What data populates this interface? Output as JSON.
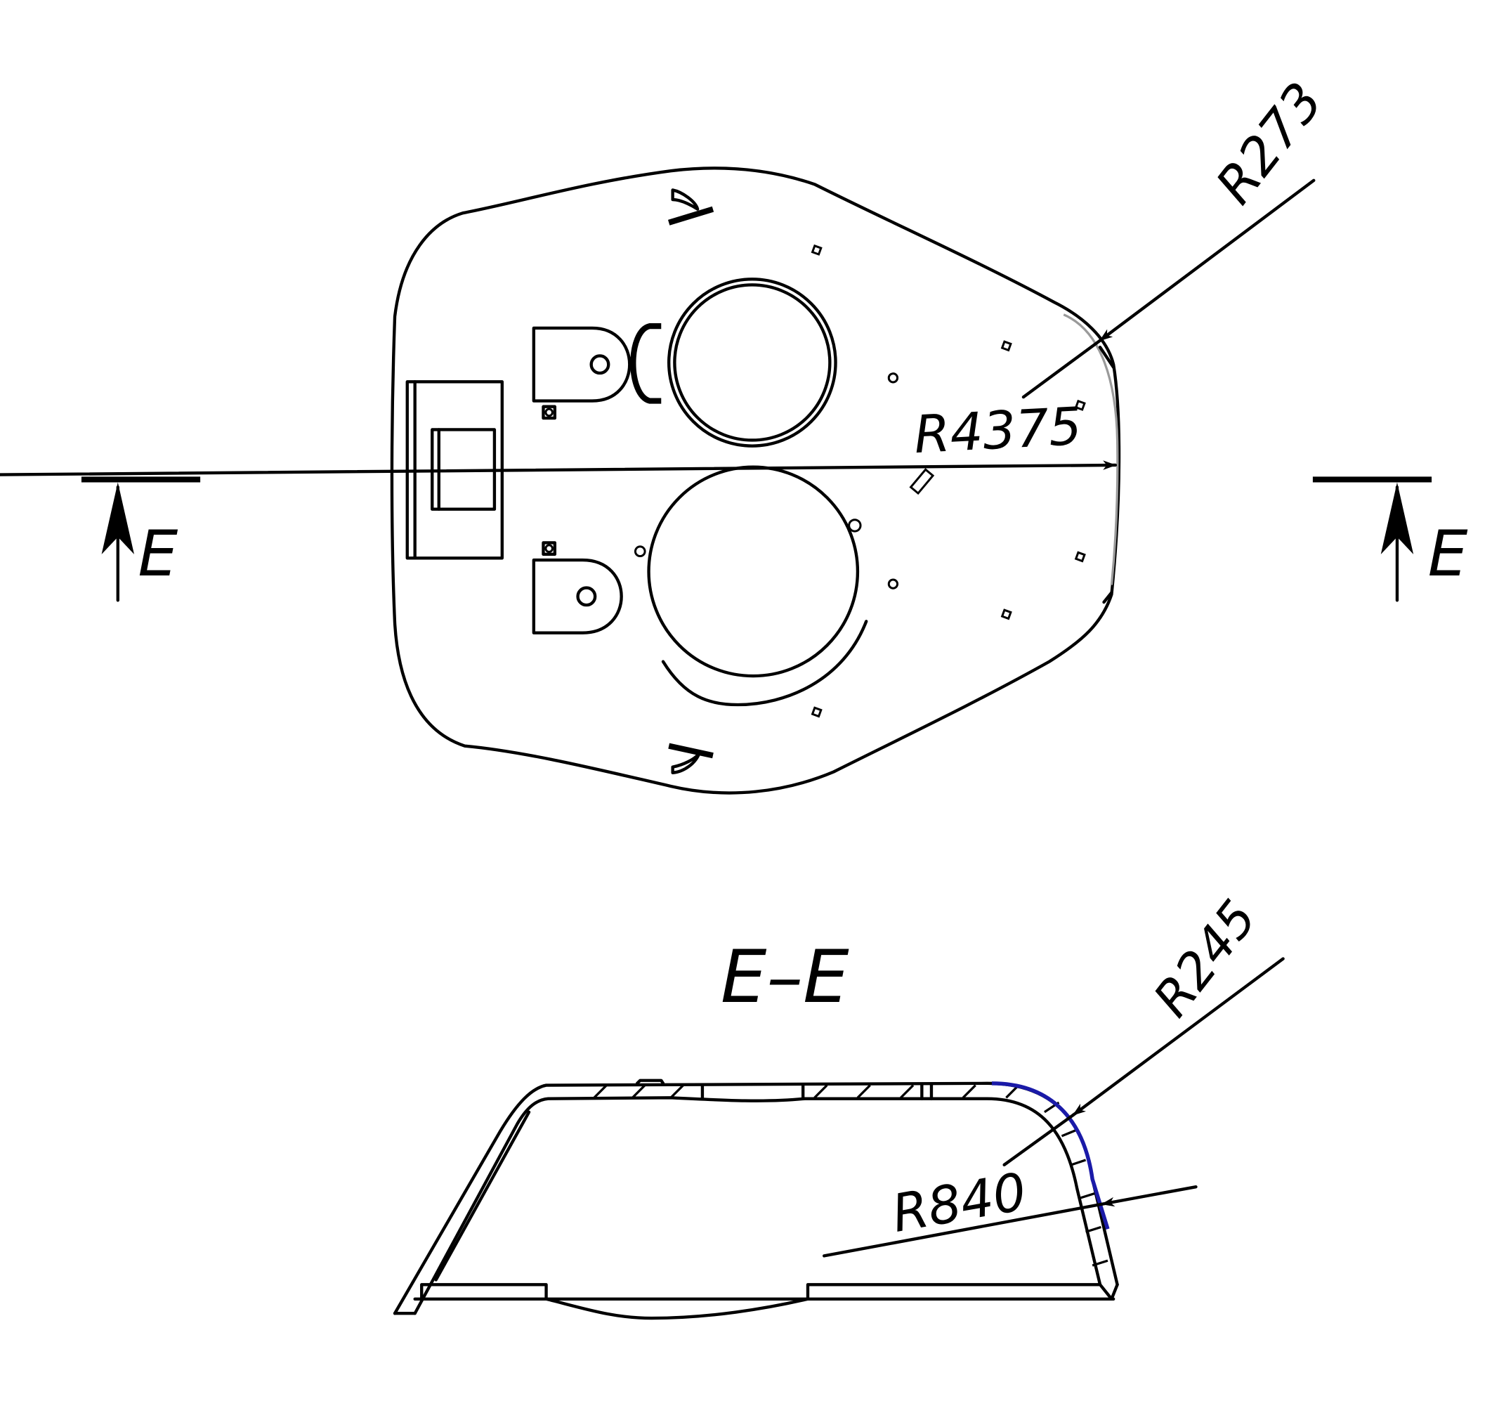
{
  "drawing": {
    "dimensions": {
      "r273": "R273",
      "r4375": "R4375",
      "r245": "R245",
      "r840": "R840"
    },
    "section_marks": {
      "left": "E",
      "right": "E"
    },
    "section_title": "E–E",
    "colors": {
      "line": "#000000",
      "highlight_arc": "#1a1aa8",
      "ghost_line": "#9a9a9a"
    }
  }
}
